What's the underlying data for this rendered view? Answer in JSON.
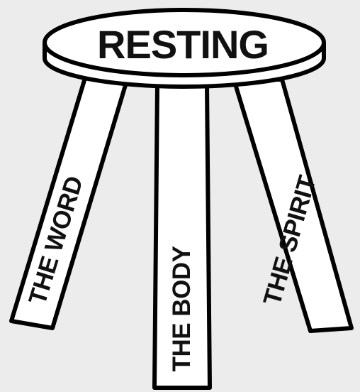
{
  "stool": {
    "seat_label": "RESTING",
    "legs": {
      "left": "THE WORD",
      "middle": "THE BODY",
      "right": "THE SPIRIT"
    }
  },
  "colors": {
    "background": "#ececec",
    "outline": "#000000",
    "fill": "#ffffff"
  }
}
